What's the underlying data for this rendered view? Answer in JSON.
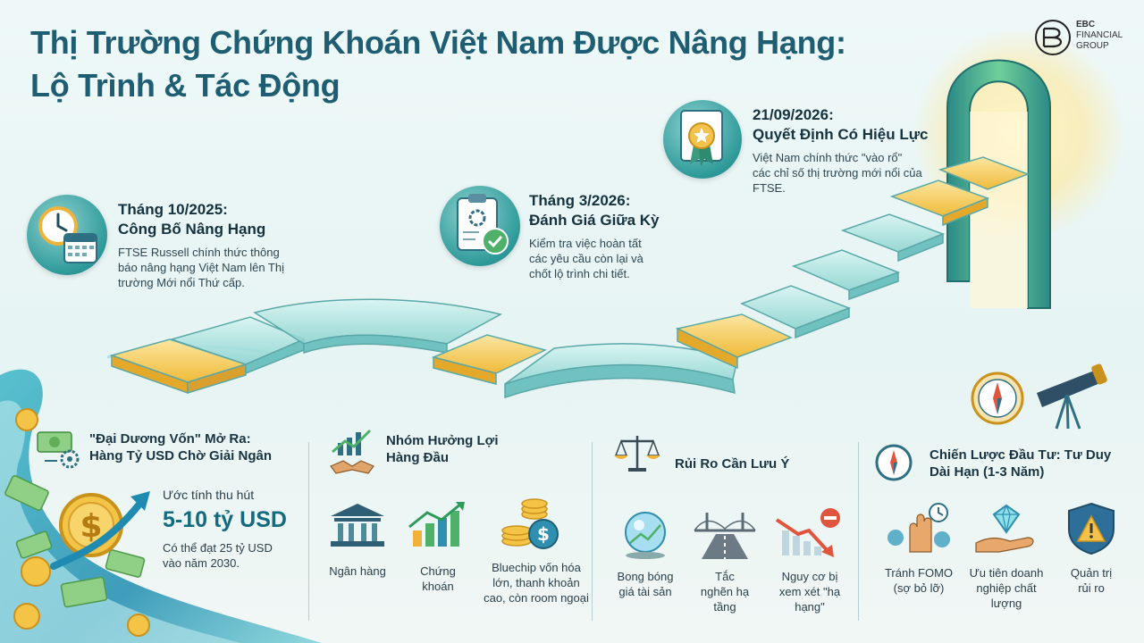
{
  "title": {
    "line1": "Thị Trường Chứng Khoán Việt Nam Được Nâng Hạng:",
    "line2": "Lộ Trình & Tác Động"
  },
  "logo": {
    "line1": "EBC",
    "line2": "FINANCIAL",
    "line3": "GROUP"
  },
  "milestones": [
    {
      "date": "Tháng 10/2025:",
      "heading": "Công Bố Nâng Hạng",
      "desc": "FTSE Russell chính thức thông báo nâng hạng Việt Nam lên Thị trường Mới nổi Thứ cấp.",
      "icon": "clock-calendar-icon"
    },
    {
      "date": "Tháng 3/2026:",
      "heading": "Đánh Giá Giữa Kỳ",
      "desc": "Kiểm tra việc hoàn tất các yêu cầu còn lại và chốt lộ trình chi tiết.",
      "icon": "clipboard-check-icon"
    },
    {
      "date": "21/09/2026:",
      "heading": "Quyết Định Có Hiệu Lực",
      "desc": "Việt Nam chính thức \"vào rổ\" các chỉ số thị trường mới nổi của FTSE.",
      "icon": "certificate-icon"
    }
  ],
  "capital": {
    "title_line1": "\"Đại Dương Vốn\" Mở Ra:",
    "title_line2": "Hàng Tỷ USD Chờ Giải Ngân",
    "estimate_label": "Ước tính thu hút",
    "estimate_value": "5-10 tỷ USD",
    "future_text": "Có thể đạt 25 tỷ USD vào năm 2030."
  },
  "beneficiaries": {
    "title": "Nhóm Hưởng Lợi Hàng Đầu",
    "items": [
      {
        "label": "Ngân hàng",
        "icon": "bank-icon"
      },
      {
        "label": "Chứng khoán",
        "icon": "bar-chart-up-icon"
      },
      {
        "label": "Bluechip vốn hóa lớn, thanh khoản cao, còn room ngoại",
        "icon": "coin-stack-icon"
      }
    ]
  },
  "risks": {
    "title": "Rủi Ro Cần Lưu Ý",
    "items": [
      {
        "label": "Bong bóng giá tài sản",
        "icon": "bubble-icon"
      },
      {
        "label": "Tắc nghẽn hạ tầng",
        "icon": "bridge-icon"
      },
      {
        "label": "Nguy cơ bị xem xét \"hạ hạng\"",
        "icon": "down-chart-stop-icon"
      }
    ]
  },
  "strategy": {
    "title": "Chiến Lược Đầu Tư: Tư Duy Dài Hạn (1-3 Năm)",
    "items": [
      {
        "label": "Tránh FOMO (sợ bỏ lỡ)",
        "icon": "hand-stop-clock-icon"
      },
      {
        "label": "Ưu tiên doanh nghiệp chất lượng",
        "icon": "diamond-hand-icon"
      },
      {
        "label": "Quản trị rủi ro",
        "icon": "warning-shield-icon"
      }
    ]
  },
  "colors": {
    "title": "#1f5e72",
    "accent_teal": "#2f9a9a",
    "gold": "#f2c24a",
    "glass": "#9fe0dc"
  }
}
